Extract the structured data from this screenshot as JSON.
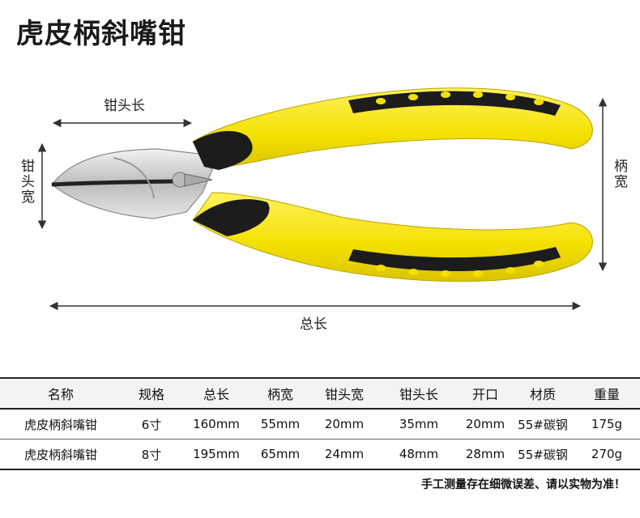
{
  "title": "虎皮柄斜嘴钳",
  "dimensions": {
    "head_length": "钳头长",
    "head_width": "钳头宽",
    "handle_width": "柄宽",
    "total_length": "总长"
  },
  "table": {
    "headers": [
      "名称",
      "规格",
      "总长",
      "柄宽",
      "钳头宽",
      "钳头长",
      "开口",
      "材质",
      "重量"
    ],
    "rows": [
      [
        "虎皮柄斜嘴钳",
        "6寸",
        "160mm",
        "55mm",
        "20mm",
        "35mm",
        "20mm",
        "55#碳钢",
        "175g"
      ],
      [
        "虎皮柄斜嘴钳",
        "8寸",
        "195mm",
        "65mm",
        "24mm",
        "48mm",
        "28mm",
        "55#碳钢",
        "270g"
      ]
    ]
  },
  "note": "手工测量存在细微误差、请以实物为准！",
  "colors": {
    "handle_yellow": "#f5e600",
    "handle_black": "#1c1c1c",
    "steel": "#c9c9c9"
  }
}
